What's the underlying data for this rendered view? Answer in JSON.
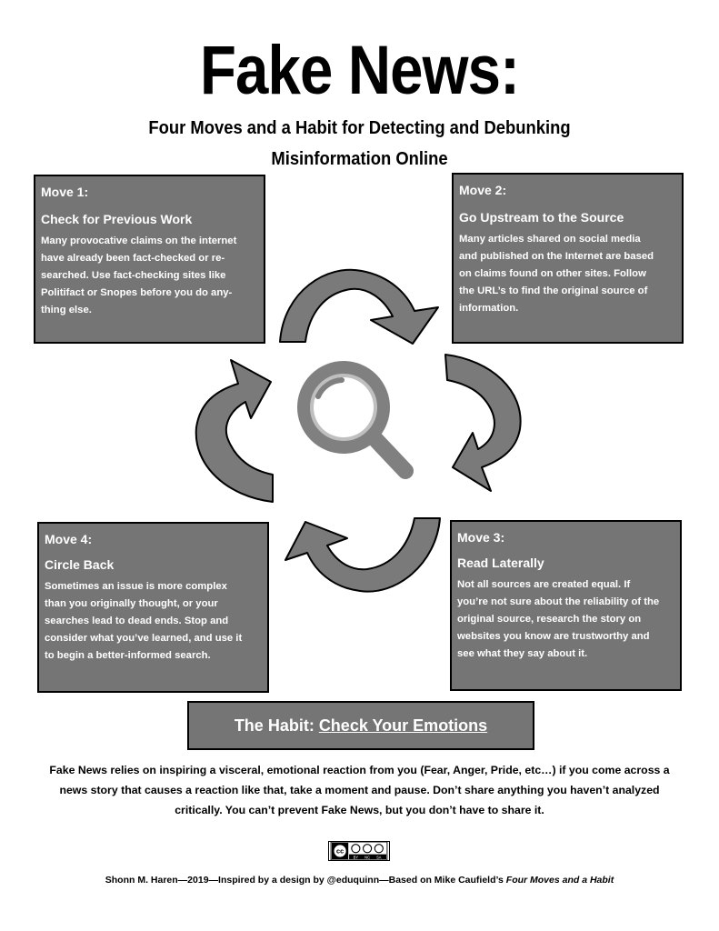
{
  "header": {
    "title": "Fake News:",
    "subtitle_line1": "Four Moves and a Habit for Detecting and Debunking",
    "subtitle_line2": "Misinformation Online"
  },
  "moves": [
    {
      "move": "Move 1:",
      "heading": "Check for Previous Work",
      "lines": [
        "Many provocative claims on the internet",
        "have already been fact-checked or re-",
        "searched.  Use fact-checking sites like",
        "Politifact or Snopes before you do any-",
        "thing else."
      ]
    },
    {
      "move": "Move 2:",
      "heading": "Go Upstream to the Source",
      "lines": [
        "Many articles shared on social media",
        "and published on the Internet are based",
        "on claims found on other sites.  Follow",
        "the URL’s  to find the original source of",
        "information."
      ]
    },
    {
      "move": "Move 3:",
      "heading": "Read Laterally",
      "lines": [
        "Not all sources are created equal.  If",
        "you’re not sure about the reliability of the",
        "original source, research the story on",
        "websites you know are trustworthy and",
        "see what they say about it."
      ]
    },
    {
      "move": "Move 4:",
      "heading": "Circle Back",
      "lines": [
        "Sometimes an issue is more complex",
        "than you originally thought, or your",
        "searches lead to dead ends.  Stop and",
        "consider what you’ve learned, and use it",
        "to begin a better-informed search."
      ]
    }
  ],
  "habit": {
    "prefix": "The Habit: ",
    "link": "Check Your Emotions"
  },
  "body": {
    "lines": [
      "Fake News relies on inspiring a visceral, emotional reaction from you (Fear, Anger, Pride, etc…) if you come across a",
      "news story that causes a reaction like that, take a moment and pause.  Don’t share anything you haven’t analyzed",
      "critically.  You can’t prevent Fake News, but you don’t have to share it."
    ]
  },
  "license": {
    "badge_text": "cc",
    "sub_labels": [
      "BY",
      "NC",
      "SA"
    ]
  },
  "credit": {
    "text": "Shonn M. Haren—2019—Inspired by a design by @eduquinn—Based on Mike Caufield’s ",
    "italic": "Four Moves and a Habit"
  },
  "colors": {
    "box_fill": "#757575",
    "arrow_fill": "#7a7a7a",
    "magnifier": "#808080"
  },
  "icons": [
    "magnifying-glass-icon",
    "cycle-arrow-icon",
    "creative-commons-icon"
  ]
}
